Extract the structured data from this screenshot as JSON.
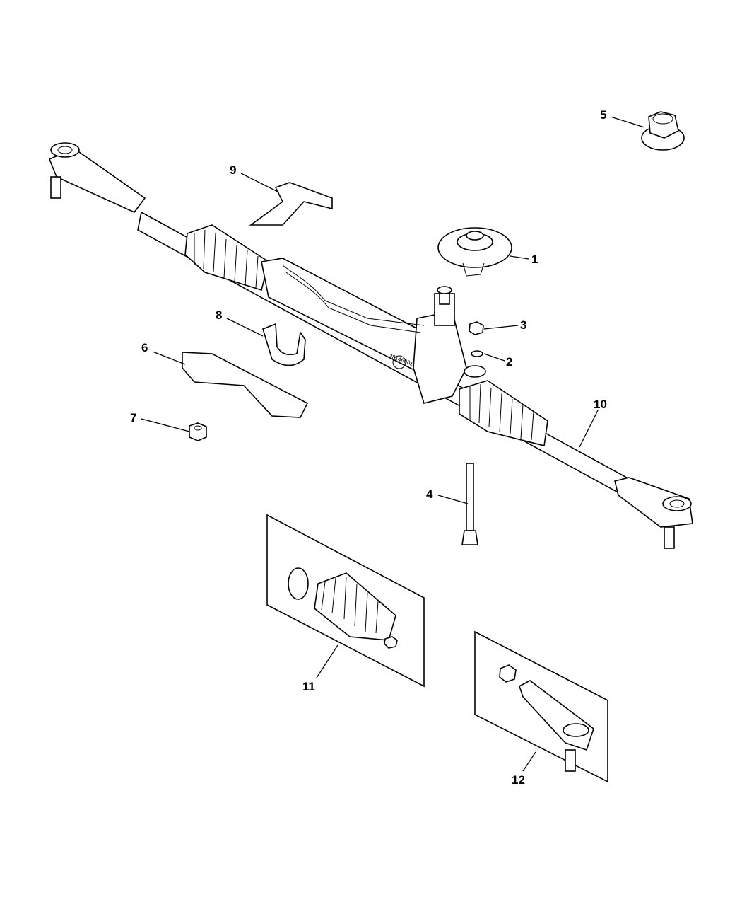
{
  "diagram": {
    "title": "Steering Gear Rack and Pinion Assembly",
    "callouts": [
      {
        "id": "1",
        "part": "pinion-seal-boot"
      },
      {
        "id": "2",
        "part": "o-ring"
      },
      {
        "id": "3",
        "part": "nut"
      },
      {
        "id": "4",
        "part": "bolt"
      },
      {
        "id": "5",
        "part": "flange-nut"
      },
      {
        "id": "6",
        "part": "heat-shield"
      },
      {
        "id": "7",
        "part": "nut"
      },
      {
        "id": "8",
        "part": "bracket-clamp"
      },
      {
        "id": "9",
        "part": "bracket"
      },
      {
        "id": "10",
        "part": "steering-gear"
      },
      {
        "id": "11",
        "part": "boot-kit"
      },
      {
        "id": "12",
        "part": "tie-rod-end-kit"
      }
    ],
    "housing_stamp": "28146001"
  },
  "colors": {
    "line": "#000000",
    "background": "#ffffff"
  }
}
